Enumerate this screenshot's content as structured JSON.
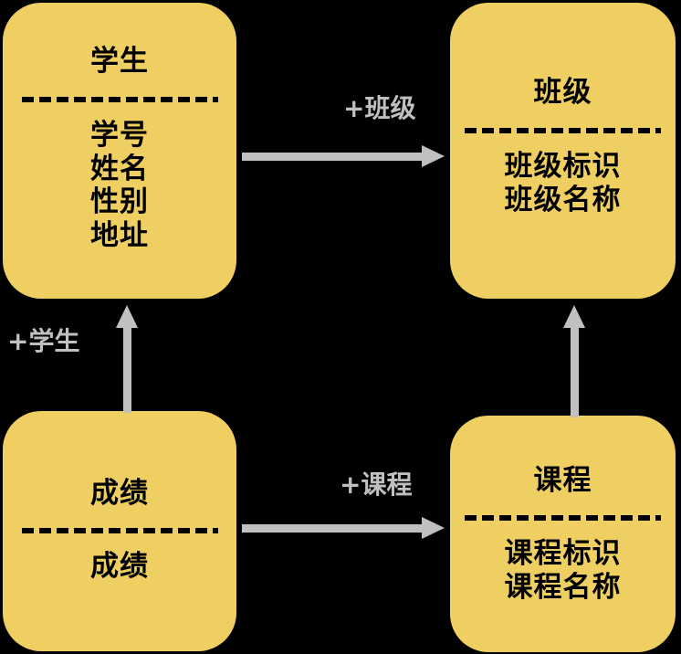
{
  "diagram": {
    "type": "uml-class-diagram",
    "background_color": "#000000",
    "box_fill_color": "#efce62",
    "text_color": "#000000",
    "connector_color": "#c0c0c0",
    "classes": [
      {
        "id": "student",
        "title": "学生",
        "attributes": [
          "学号",
          "姓名",
          "性别",
          "地址"
        ]
      },
      {
        "id": "class",
        "title": "班级",
        "attributes": [
          "班级标识",
          "班级名称"
        ]
      },
      {
        "id": "grade",
        "title": "成绩",
        "attributes": [
          "成绩"
        ]
      },
      {
        "id": "course",
        "title": "课程",
        "attributes": [
          "课程标识",
          "课程名称"
        ]
      }
    ],
    "connectors": [
      {
        "id": "student-class",
        "from": "student",
        "to": "class",
        "direction": "right",
        "label": "+班级"
      },
      {
        "id": "grade-course",
        "from": "grade",
        "to": "course",
        "direction": "right",
        "label": "+课程"
      },
      {
        "id": "grade-student",
        "from": "grade",
        "to": "student",
        "direction": "up",
        "label": "+学生"
      },
      {
        "id": "course-class",
        "from": "course",
        "to": "class",
        "direction": "up",
        "label": ""
      }
    ]
  }
}
